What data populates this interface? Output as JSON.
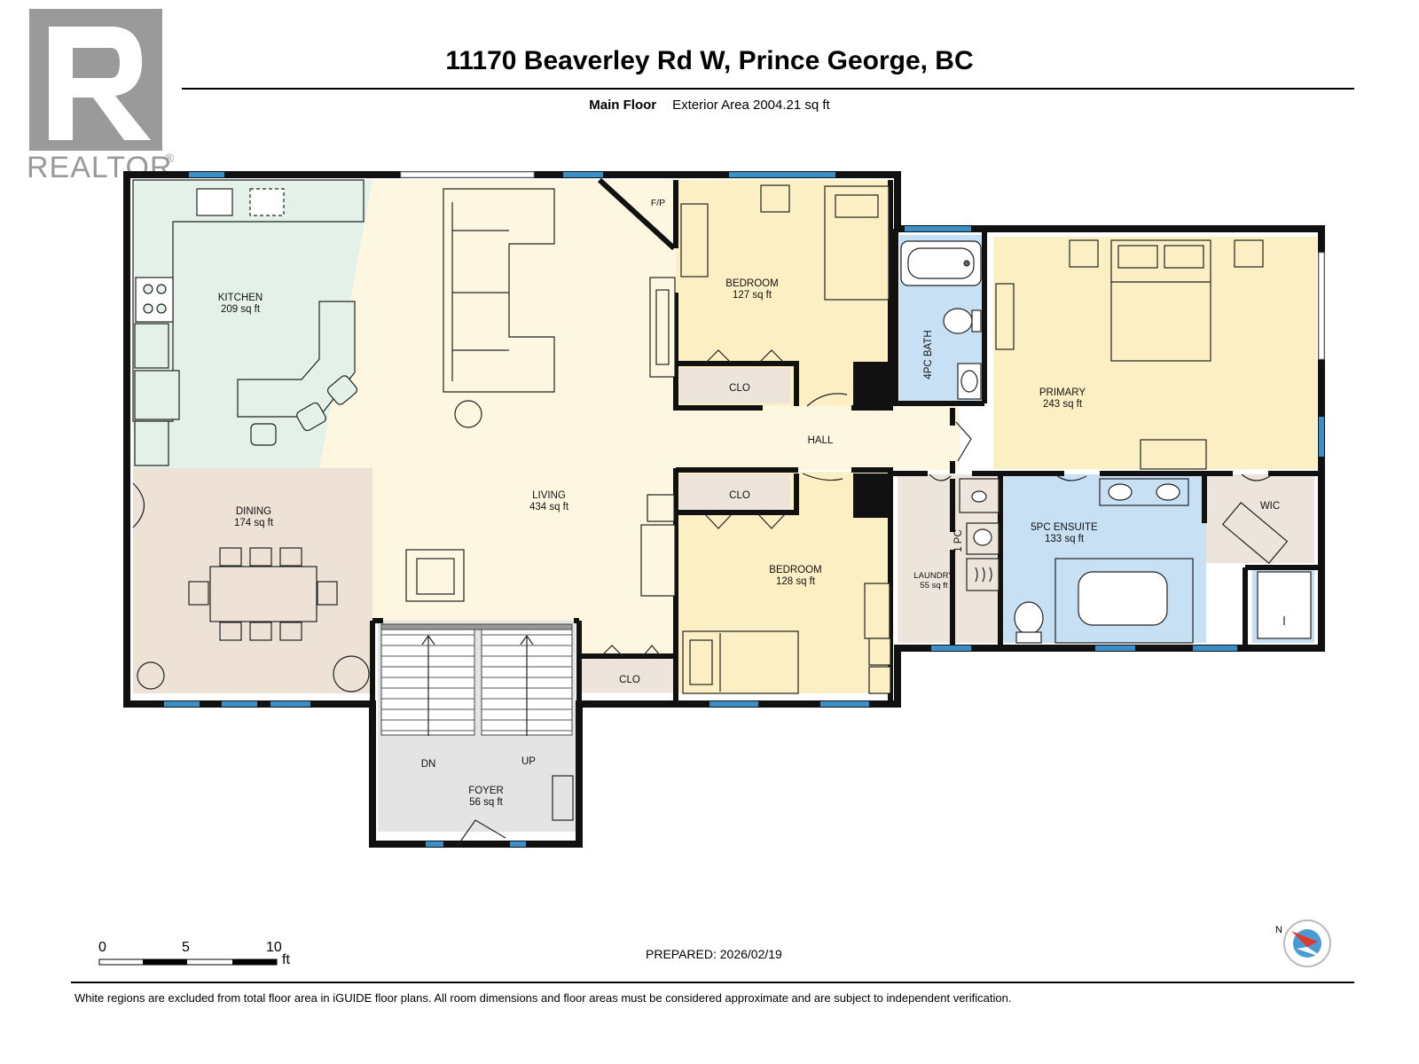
{
  "header": {
    "title": "11170 Beaverley Rd W, Prince George, BC",
    "floor_name": "Main Floor",
    "exterior_area": "Exterior Area 2004.21 sq ft"
  },
  "logo": {
    "word": "REALTOR",
    "mark": "®"
  },
  "rooms": {
    "kitchen": {
      "name": "KITCHEN",
      "area": "209 sq ft"
    },
    "dining": {
      "name": "DINING",
      "area": "174 sq ft"
    },
    "living": {
      "name": "LIVING",
      "area": "434 sq ft"
    },
    "bedroom1": {
      "name": "BEDROOM",
      "area": "127 sq ft"
    },
    "bedroom2": {
      "name": "BEDROOM",
      "area": "128 sq ft"
    },
    "primary": {
      "name": "PRIMARY",
      "area": "243 sq ft"
    },
    "ensuite": {
      "name": "5PC ENSUITE",
      "area": "133 sq ft"
    },
    "laundry": {
      "name": "LAUNDRY",
      "area": "55 sq ft"
    },
    "foyer": {
      "name": "FOYER",
      "area": "56 sq ft"
    },
    "bath4": {
      "name": "4PC BATH"
    },
    "powder": {
      "name": "1 PC"
    },
    "hall": {
      "name": "HALL"
    },
    "wic": {
      "name": "WIC"
    },
    "fireplace": {
      "name": "F/P"
    },
    "clo_bed1": {
      "name": "CLO"
    },
    "clo_bed2": {
      "name": "CLO"
    },
    "clo_entry": {
      "name": "CLO"
    },
    "stairs_down": {
      "name": "DN"
    },
    "stairs_up": {
      "name": "UP"
    }
  },
  "scale": {
    "ticks": [
      "0",
      "5",
      "10"
    ],
    "unit": "ft"
  },
  "compass": {
    "north": "N"
  },
  "prepared": "PREPARED: 2026/02/19",
  "footer": "White regions are excluded from total floor area in iGUIDE floor plans. All room dimensions and floor areas must be considered approximate and are subject to independent verification.",
  "colors": {
    "kitchen": "#e3f1e8",
    "dining": "#ede2d5",
    "living": "#fdf7e1",
    "bedroom": "#fcefc3",
    "bath": "#c8e0f4",
    "utility": "#ede5dc",
    "foyer": "#e4e4e4",
    "wall": "#111111",
    "window": "#3a8fc7"
  }
}
